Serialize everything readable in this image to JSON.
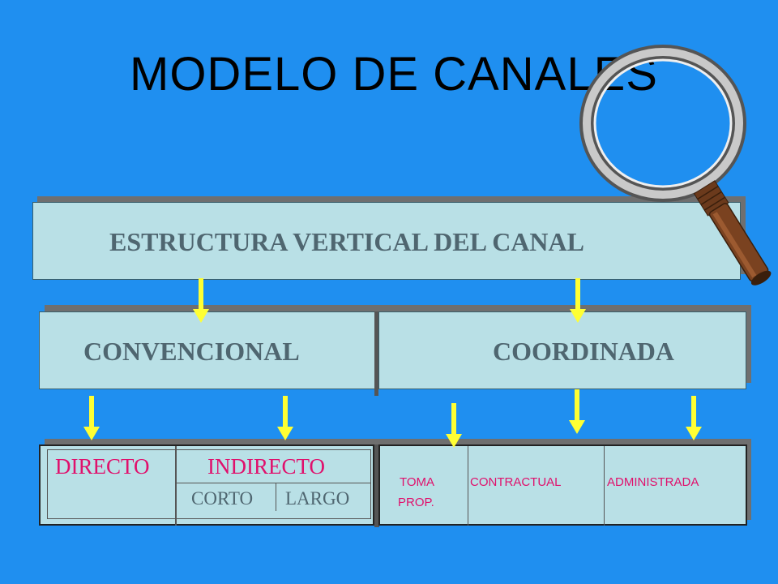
{
  "title": "MODELO DE CANALES",
  "top_box": {
    "label": "ESTRUCTURA VERTICAL DEL CANAL"
  },
  "middle": {
    "left": "CONVENCIONAL",
    "right": "COORDINADA"
  },
  "bottom_left": {
    "directo": "DIRECTO",
    "indirecto": "INDIRECTO",
    "corto": "CORTO",
    "largo": "LARGO"
  },
  "bottom_right": {
    "toma_line1": "TOMA",
    "toma_line2": "PROP.",
    "contractual": "CONTRACTUAL",
    "administrada": "ADMINISTRADA"
  },
  "colors": {
    "background": "#1f8ff0",
    "box": "#b9e0e6",
    "arrow": "#ffff33",
    "accent_text": "#e0106c",
    "box_text": "#4f6670"
  },
  "icons": {
    "magnifier": "magnifying-glass-icon"
  }
}
